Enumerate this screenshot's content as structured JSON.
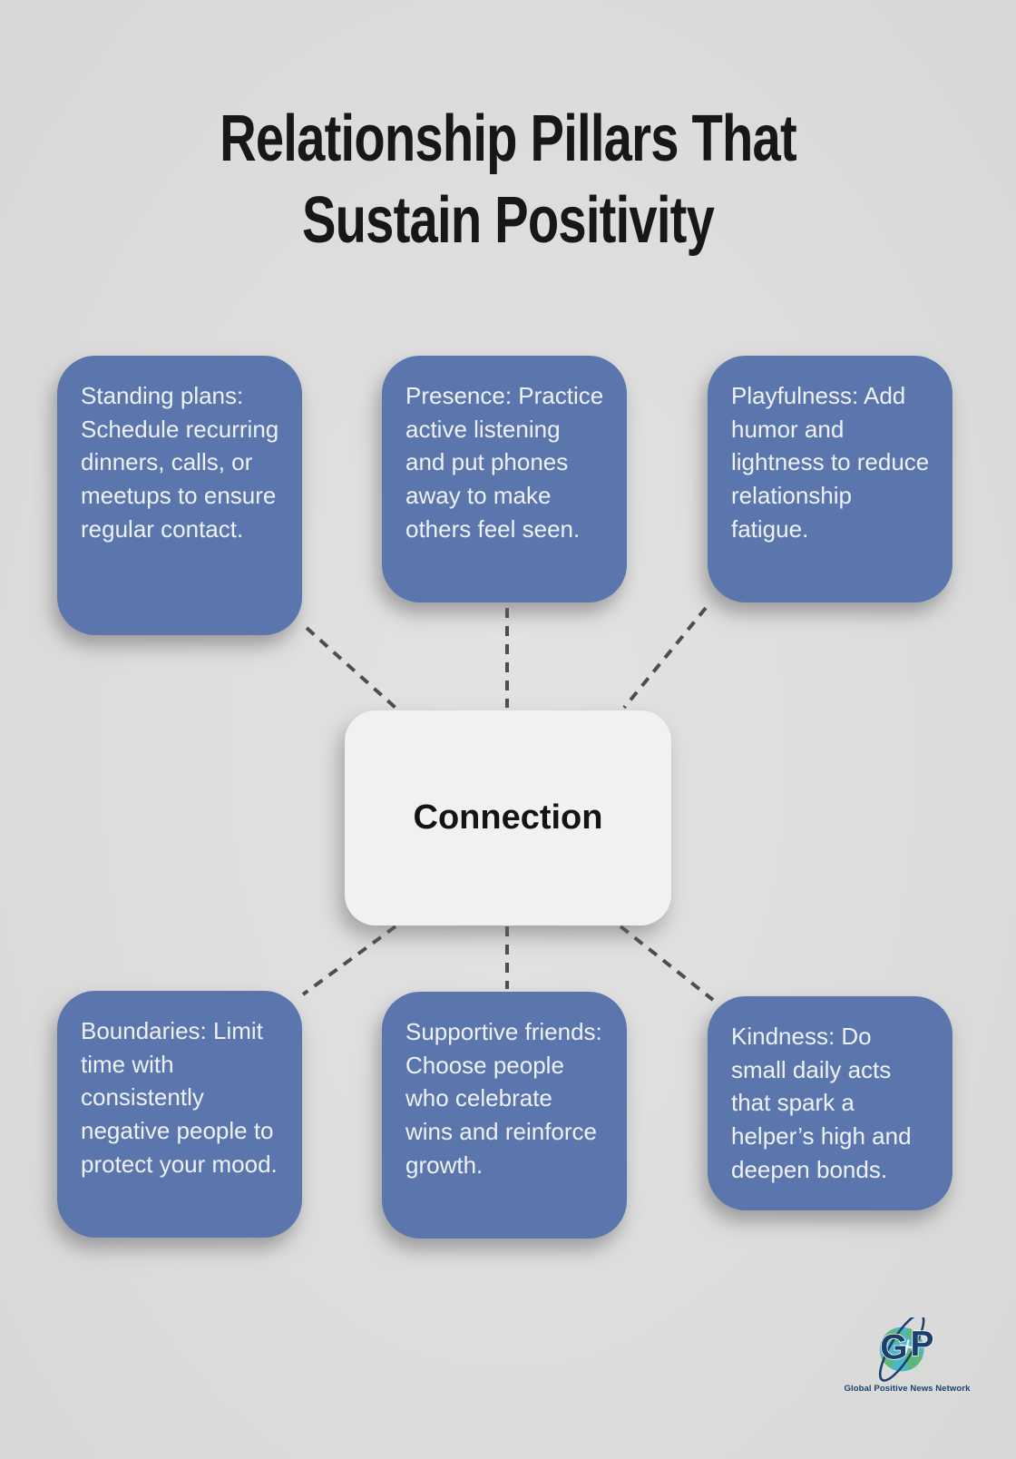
{
  "title": {
    "lines": [
      "Relationship Pillars That",
      "Sustain Positivity"
    ]
  },
  "center_node": {
    "label": "Connection"
  },
  "pillars": [
    {
      "id": "standing-plans",
      "position": "top-left",
      "text": "Standing plans: Schedule recurring dinners, calls, or meetups to ensure regular contact."
    },
    {
      "id": "presence",
      "position": "top-middle",
      "text": "Presence: Practice active listening and put phones away to make others feel seen."
    },
    {
      "id": "playfulness",
      "position": "top-right",
      "text": "Playfulness: Add humor and lightness to reduce relationship fatigue."
    },
    {
      "id": "boundaries",
      "position": "bottom-left",
      "text": "Boundaries: Limit time with consistently negative people to protect your mood."
    },
    {
      "id": "supportive-friends",
      "position": "bottom-middle",
      "text": "Supportive friends: Choose people who celebrate wins and reinforce growth."
    },
    {
      "id": "kindness",
      "position": "bottom-right",
      "text": "Kindness: Do small daily acts that spark a helper’s high and deepen bonds."
    }
  ],
  "logo": {
    "letter_left": "G",
    "letter_right": "P",
    "caption": "Global Positive News Network"
  },
  "colors": {
    "background": "#dcdddc",
    "pillar_fill": "#5b76ad",
    "pillar_text": "#eef1f7",
    "center_fill": "#f1f1f2",
    "title_text": "#171717",
    "connector": "#4e4e4e",
    "logo_navy": "#1d3f6e",
    "globe_water": "#4db7c9",
    "globe_land": "#5cb878"
  }
}
